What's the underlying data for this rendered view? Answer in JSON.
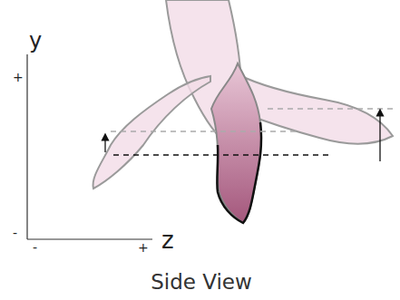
{
  "diagram": {
    "caption": "Side View",
    "labels": [
      "y",
      "+",
      "-",
      "-",
      "+",
      "z"
    ]
  }
}
